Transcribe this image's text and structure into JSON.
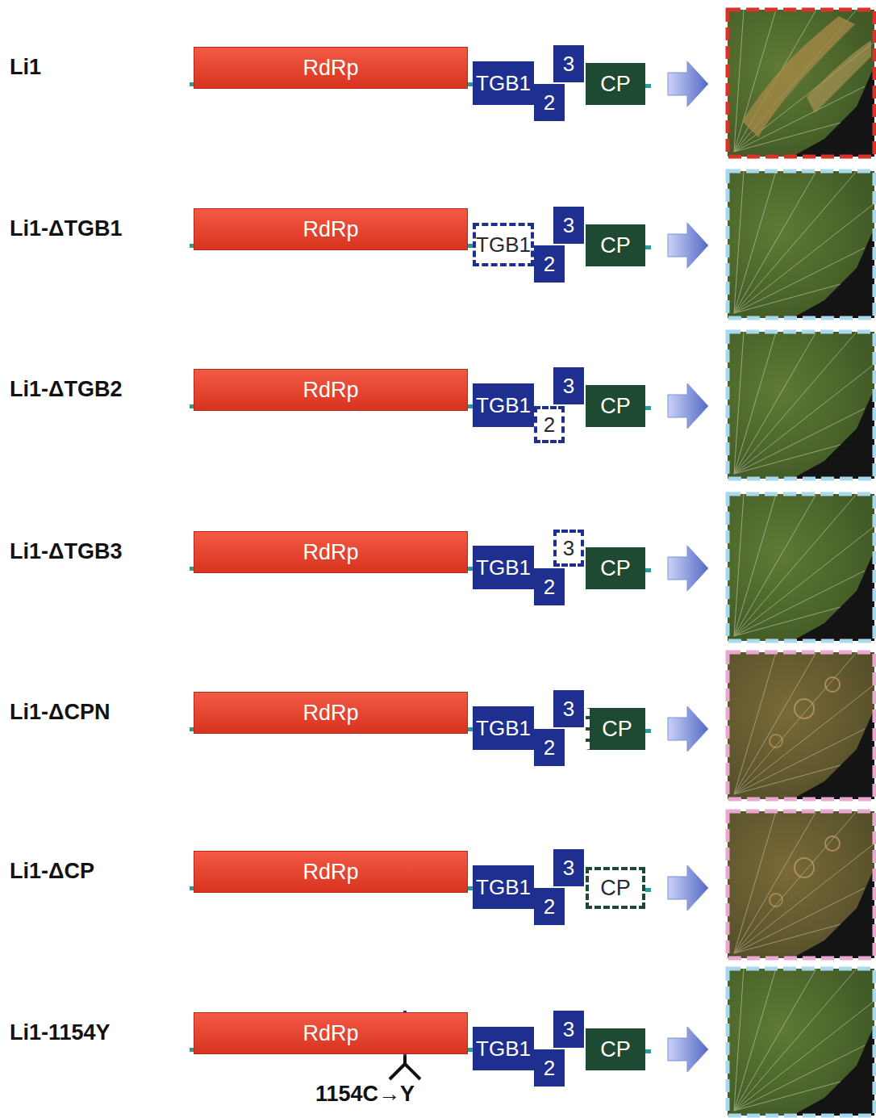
{
  "diagram": {
    "nodes": [
      {
        "text": [
          "RdRp"
        ]
      },
      {
        "text": [
          "TGB1"
        ]
      },
      {
        "text": [
          "2"
        ]
      },
      {
        "text": [
          "3"
        ]
      },
      {
        "text": [
          "CP"
        ]
      },
      {
        "text": [
          "RdRp"
        ]
      },
      {
        "text": [
          "TGB1"
        ]
      },
      {
        "text": [
          "2"
        ]
      },
      {
        "text": [
          "3"
        ]
      },
      {
        "text": [
          "CP"
        ]
      },
      {
        "text": [
          "RdRp"
        ]
      },
      {
        "text": [
          "TGB1"
        ]
      },
      {
        "text": [
          "2"
        ]
      },
      {
        "text": [
          "3"
        ]
      },
      {
        "text": [
          "CP"
        ]
      },
      {
        "text": [
          "RdRp"
        ]
      },
      {
        "text": [
          "TGB1"
        ]
      },
      {
        "text": [
          "2"
        ]
      },
      {
        "text": [
          "3"
        ]
      },
      {
        "text": [
          "CP"
        ]
      },
      {
        "text": [
          "RdRp"
        ]
      },
      {
        "text": [
          "TGB1"
        ]
      },
      {
        "text": [
          "2"
        ]
      },
      {
        "text": [
          "3"
        ]
      },
      {
        "text": [
          "CP"
        ]
      },
      {
        "text": [
          "RdRp"
        ]
      },
      {
        "text": [
          "TGB1"
        ]
      },
      {
        "text": [
          "2"
        ]
      },
      {
        "text": [
          "3"
        ]
      },
      {
        "text": [
          "CP"
        ]
      },
      {
        "text": [
          "RdRp"
        ]
      },
      {
        "text": [
          "TGB1"
        ]
      },
      {
        "text": [
          "2"
        ]
      },
      {
        "text": [
          "3"
        ]
      },
      {
        "text": [
          "CP"
        ]
      }
    ],
    "labels": [
      "Li1",
      "Li1-ΔTGB1",
      "Li1-ΔTGB2",
      "Li1-ΔTGB3",
      "Li1-ΔCPN",
      "Li1-ΔCP",
      "Li1-1154Y",
      "1154C→Y"
    ]
  }
}
